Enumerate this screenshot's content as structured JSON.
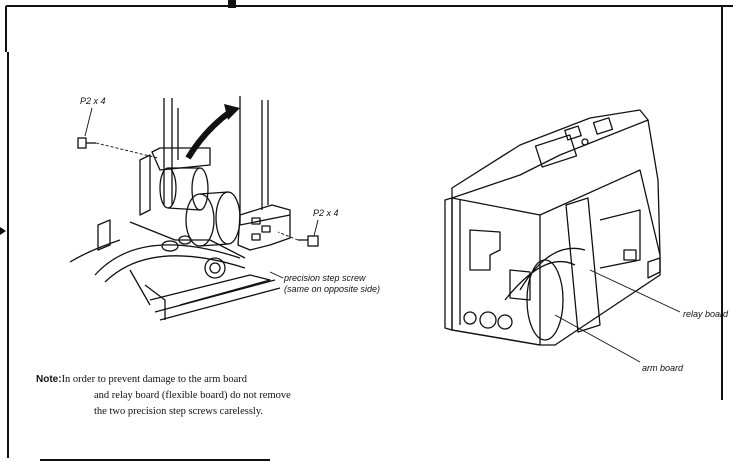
{
  "labels": {
    "screw_top_left": "P2 x 4",
    "screw_right": "P2 x 4",
    "precision_step_screw": "precision step screw",
    "same_on_opposite": "(same on opposite side)",
    "relay_board": "relay board",
    "arm_board": "arm board"
  },
  "note": {
    "heading": "Note:",
    "line1": "In order to prevent damage to the arm board",
    "line2": "and relay board (flexible board) do not remove",
    "line3": "the two precision step screws carelessly."
  }
}
